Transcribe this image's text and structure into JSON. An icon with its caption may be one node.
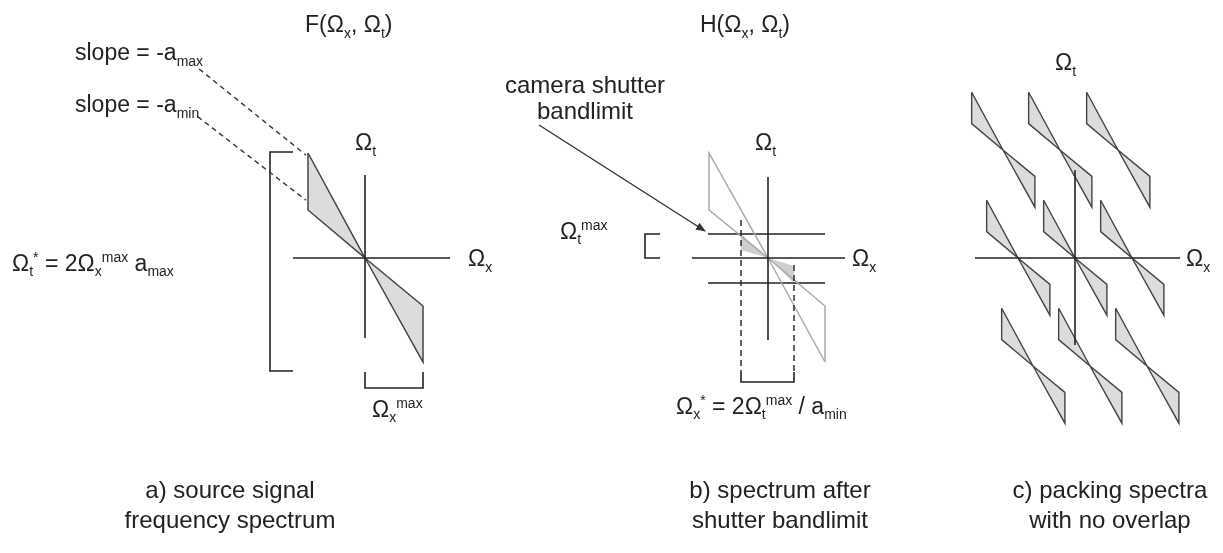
{
  "diagram": {
    "nodes": [
      {
        "text": [
          "slope = -a$_{max}$"
        ]
      },
      {
        "text": [
          "slope = -a$_{min}$"
        ]
      },
      {
        "text": [
          "camera shutter bandlimit"
        ]
      },
      {
        "text": [],
        "shape": "triangle"
      },
      {
        "text": [],
        "shape": "triangle"
      },
      {
        "text": [],
        "shape": "line"
      },
      {
        "text": [],
        "shape": "triangle"
      },
      {
        "text": [],
        "shape": "triangle"
      }
    ],
    "edges": [
      {
        "from": 0,
        "to": 3,
        "arrow": "none",
        "style": "dashed"
      },
      {
        "from": 1,
        "to": 3,
        "arrow": "none",
        "style": "dashed"
      },
      {
        "from": 2,
        "to": 5,
        "arrow": "to"
      }
    ],
    "labels": [
      "F(Ω$_{x}$, Ω$_{t}$)",
      "H(Ω$_{x}$, Ω$_{t}$)",
      "Ω$_{t}$",
      "Ω$_{t}$",
      "Ω$_{t}$",
      "Ω$_{t}$$^{*}$ = 2Ω$_{x}$$^{max}$ a$_{max}$",
      "Ω$_{x}$",
      "Ω$_{t}$$^{max}$",
      "Ω$_{x}$",
      "Ω$_{x}$",
      "Ω$_{x}$$^{max}$",
      "Ω$_{x}$$^{*}$ = 2Ω$_{t}$$^{max}$ / a$_{min}$",
      "a) source signal frequency spectrum",
      "b) spectrum after shutter bandlimit",
      "c) packing spectra with no overlap"
    ]
  }
}
